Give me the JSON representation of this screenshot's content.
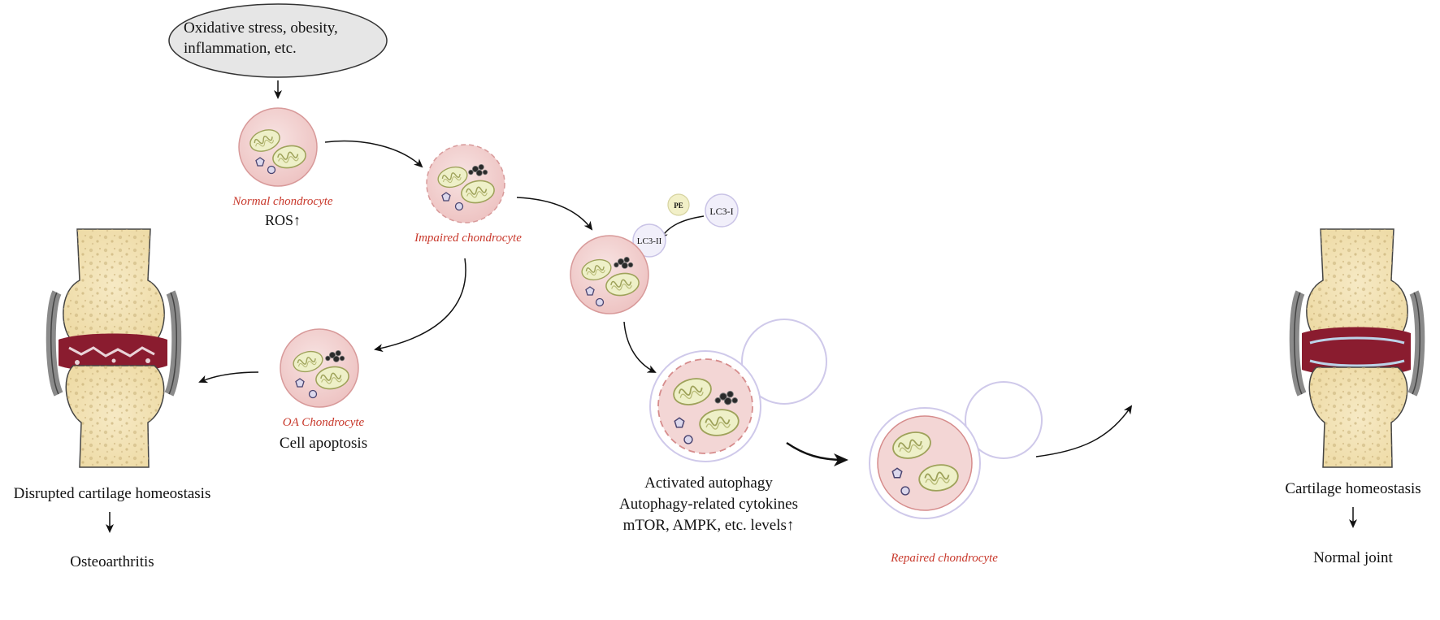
{
  "trigger": {
    "line1": "Oxidative stress, obesity,",
    "line2": "inflammation, etc."
  },
  "normal": {
    "label": "Normal chondrocyte",
    "note": "ROS↑"
  },
  "impaired": {
    "label": "Impaired chondrocyte"
  },
  "oa": {
    "label": "OA Chondrocyte",
    "note": "Cell apoptosis"
  },
  "lc3": {
    "pe": "PE",
    "lc3_1": "LC3-I",
    "lc3_2": "LC3-II"
  },
  "autophagy": {
    "line1": "Activated autophagy",
    "line2": "Autophagy-related cytokines",
    "line3": "mTOR, AMPK, etc. levels↑"
  },
  "repaired": {
    "label": "Repaired chondrocyte"
  },
  "left_outcome": {
    "line1": "Disrupted cartilage homeostasis",
    "line2": "Osteoarthritis"
  },
  "right_outcome": {
    "line1": "Cartilage homeostasis",
    "line2": "Normal joint"
  },
  "colors": {
    "cell_fill": "#f2d3d2",
    "cell_edge": "#d89a9a",
    "mito_fill": "#eef0c8",
    "mito_edge": "#9ea25a",
    "label_red": "#c8382b",
    "cartilage_damaged": "#8a1c2f",
    "bone_fill": "#f3e3b6",
    "ellipse_fill": "#e6e6e6"
  }
}
